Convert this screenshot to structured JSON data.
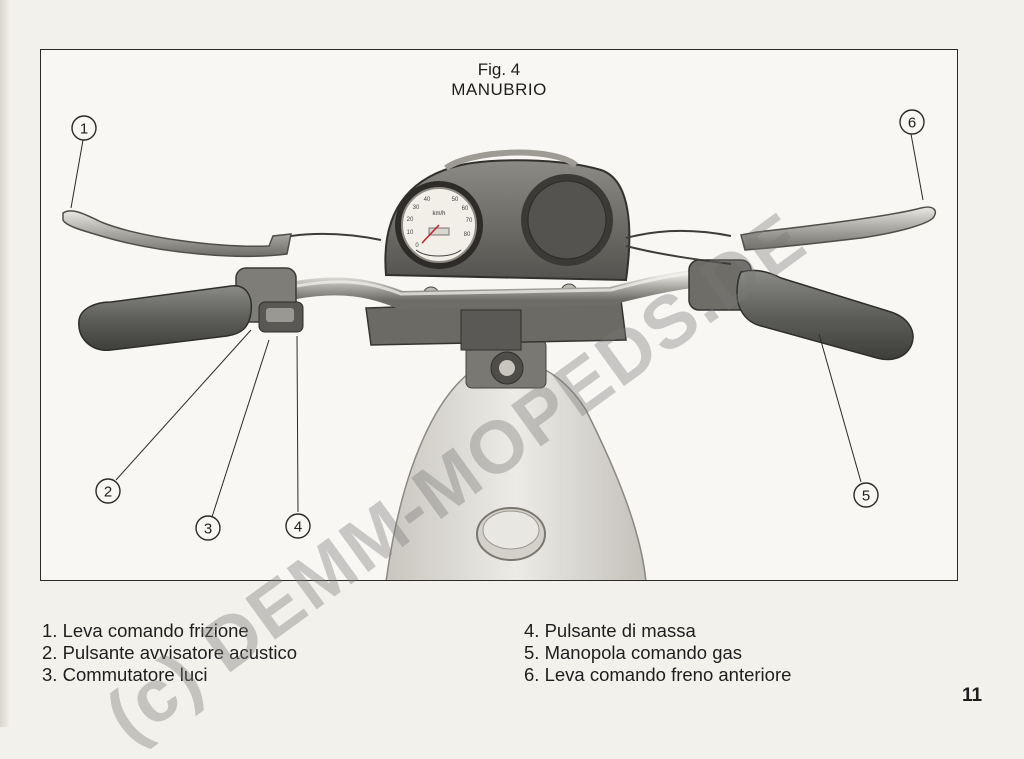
{
  "figure": {
    "number": "Fig. 4",
    "title": "MANUBRIO",
    "callouts": [
      "1",
      "2",
      "3",
      "4",
      "5",
      "6"
    ]
  },
  "captions": {
    "left": [
      {
        "num": "1.",
        "text": "Leva comando frizione"
      },
      {
        "num": "2.",
        "text": "Pulsante avvisatore acustico"
      },
      {
        "num": "3.",
        "text": "Commutatore luci"
      }
    ],
    "right": [
      {
        "num": "4.",
        "text": "Pulsante di massa"
      },
      {
        "num": "5.",
        "text": "Manopola comando gas"
      },
      {
        "num": "6.",
        "text": "Leva comando freno anteriore"
      }
    ]
  },
  "speedometer_scale": [
    "0",
    "10",
    "20",
    "30",
    "40",
    "50",
    "60",
    "70",
    "80"
  ],
  "page_number": "11",
  "watermark": "(c) DEMM-MOPEDS.DE"
}
